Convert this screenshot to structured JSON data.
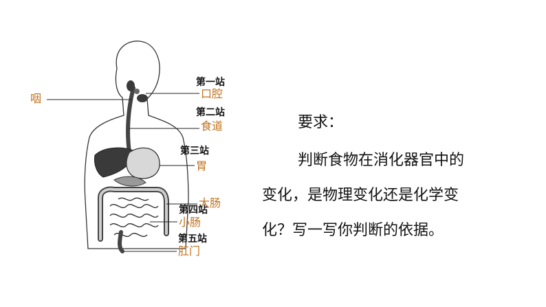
{
  "diagram": {
    "labels": {
      "pharynx": "咽",
      "stage1": "第一站",
      "mouth": "口腔",
      "stage2": "第二站",
      "esophagus": "食道",
      "stage3": "第三站",
      "stomach": "胃",
      "large_intestine": "大肠",
      "stage4": "第四站",
      "small_intestine": "小肠",
      "stage5": "第五站",
      "anus": "肛门"
    }
  },
  "requirement": {
    "title": "要求：",
    "lines": [
      "判断食物在消化器官中的",
      "变化，是物理变化还是化学变",
      "化？写一写你判断的依据。"
    ]
  },
  "colors": {
    "organ_label": "#c0701c",
    "stage_label": "#111111"
  }
}
